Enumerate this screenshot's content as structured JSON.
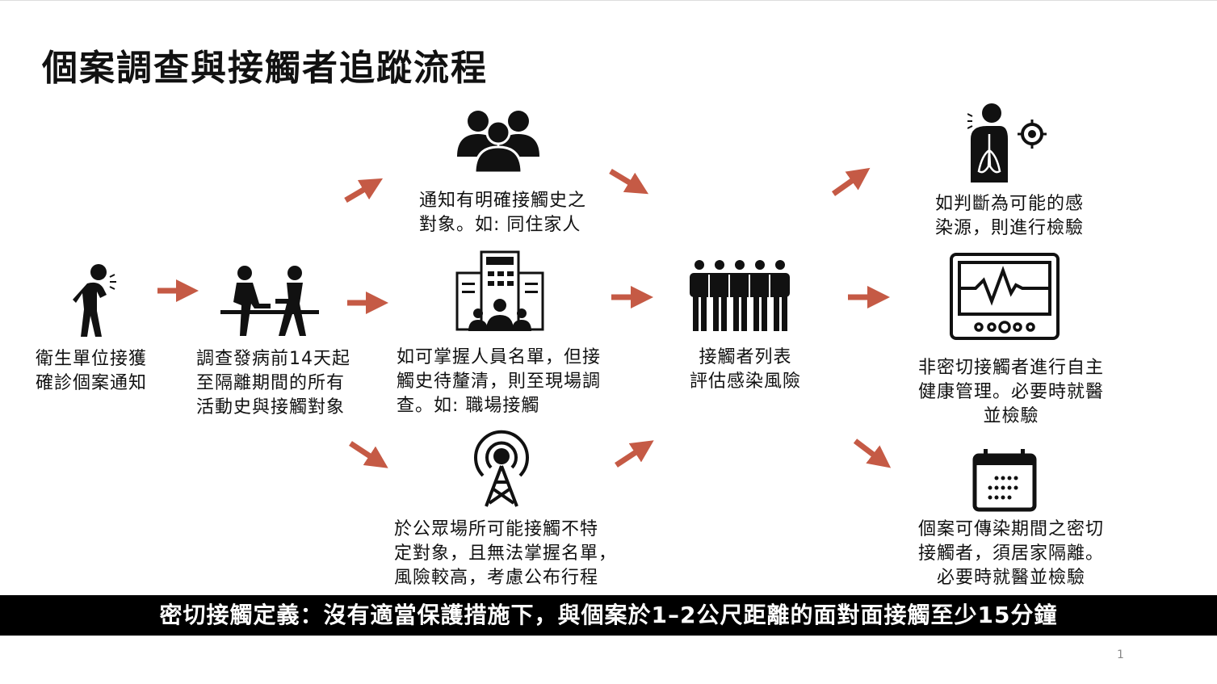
{
  "title": "個案調查與接觸者追蹤流程",
  "steps": {
    "notify": "衛生單位接獲\n確診個案通知",
    "investigate": "調查發病前14天起\n至隔離期間的所有\n活動史與接觸對象",
    "household": "通知有明確接觸史之\n對象。如: 同住家人",
    "workplace": "如可掌握人員名單，但接\n觸史待釐清，則至現場調\n查。如: 職場接觸",
    "public": "於公眾場所可能接觸不特\n定對象，且無法掌握名單，\n風險較高，考慮公布行程",
    "contact_list": "接觸者列表\n評估感染風險",
    "possible_source": "如判斷為可能的感\n染源，則進行檢驗",
    "non_close": "非密切接觸者進行自主\n健康管理。必要時就醫\n並檢驗",
    "close_contact": "個案可傳染期間之密切\n接觸者，須居家隔離。\n必要時就醫並檢驗"
  },
  "definition": "密切接觸定義：沒有適當保護措施下，與個案於1–2公尺距離的面對面接觸至少15分鐘",
  "page_number": "1",
  "colors": {
    "arrow": "#C55A45",
    "bar": "#000000"
  }
}
